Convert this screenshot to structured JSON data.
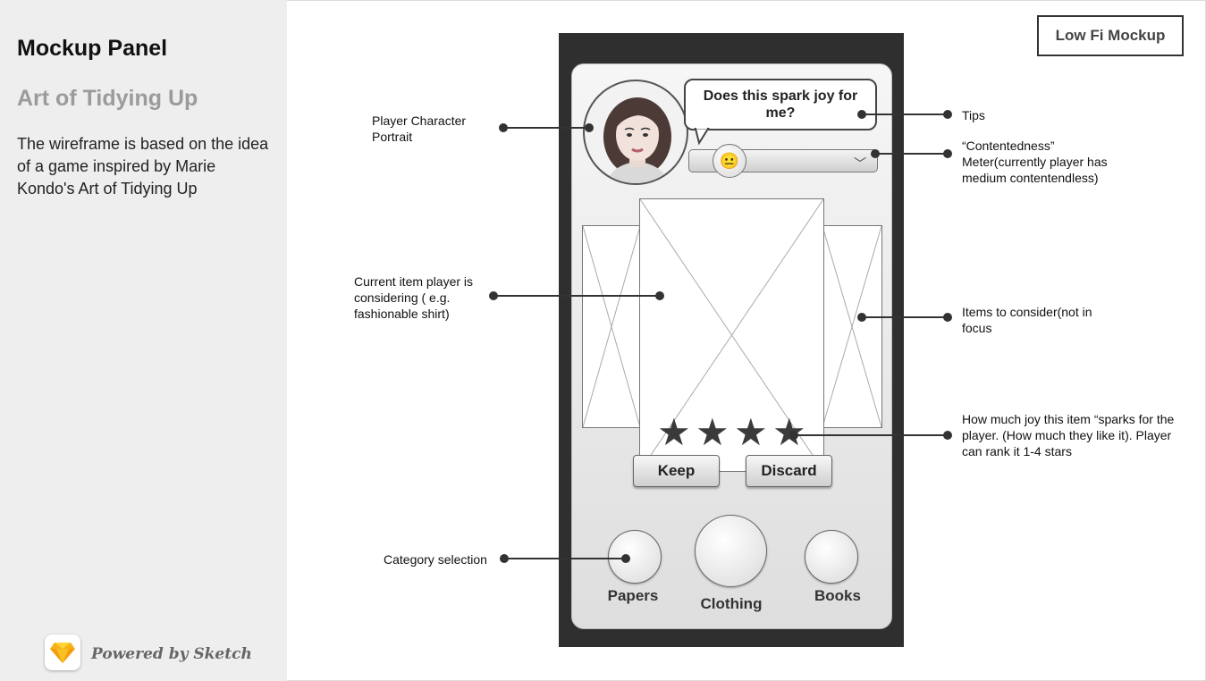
{
  "panel": {
    "title": "Mockup Panel",
    "subtitle": "Art of Tidying Up",
    "description": "The wireframe is based on the idea of a game inspired by Marie Kondo's Art of Tidying Up",
    "powered_by": "Powered by Sketch"
  },
  "badge": "Low Fi Mockup",
  "mockup": {
    "tip_text": "Does this spark joy for me?",
    "meter_face": "😐",
    "buttons": {
      "keep": "Keep",
      "discard": "Discard"
    },
    "rating": 4,
    "categories": [
      "Papers",
      "Clothing",
      "Books"
    ]
  },
  "annotations": {
    "portrait": "Player Character Portrait",
    "tips": "Tips",
    "meter": "“Contentedness” Meter(currently player has medium contentendless)",
    "current_item": "Current item player is considering ( e.g. fashionable shirt)",
    "other_items": "Items to consider(not in focus",
    "joy": "How much joy this item “sparks for the player. (How much they like it). Player can rank it 1-4 stars",
    "category": "Category selection"
  }
}
